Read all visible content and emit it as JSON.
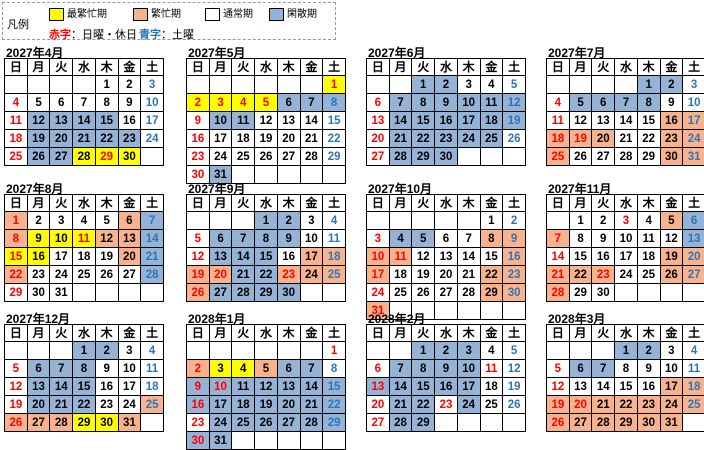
{
  "legend": {
    "title": "凡例",
    "items": [
      {
        "label": "最繁忙期",
        "color": "#ffff00"
      },
      {
        "label": "繁忙期",
        "color": "#f8b38e"
      },
      {
        "label": "通常期",
        "color": "#ffffff"
      },
      {
        "label": "閑散期",
        "color": "#95b3d7"
      }
    ],
    "note_red": "赤字",
    "note_red_text": "：日曜・休日",
    "note_blue": "青字",
    "note_blue_text": "：土曜"
  },
  "weekdays": [
    "日",
    "月",
    "火",
    "水",
    "木",
    "金",
    "土"
  ],
  "colors": {
    "peak": "#ffff00",
    "busy": "#f8b38e",
    "normal": "#ffffff",
    "off": "#95b3d7",
    "red": "#ff0000",
    "blue": "#2e75b6",
    "black": "#000000"
  },
  "calendars": [
    {
      "title": "2027年4月",
      "start": 4,
      "days": 30,
      "holidays": [
        4,
        11,
        18,
        25,
        29
      ],
      "off": [
        12,
        13,
        14,
        15,
        19,
        20,
        21,
        22,
        23,
        26,
        27
      ],
      "busy": [],
      "peak": [
        28,
        29,
        30
      ]
    },
    {
      "title": "2027年5月",
      "start": 6,
      "days": 31,
      "holidays": [
        1,
        2,
        3,
        4,
        5,
        9,
        16,
        23,
        30
      ],
      "off": [
        6,
        7,
        8,
        10,
        11,
        31
      ],
      "busy": [],
      "peak": [
        1,
        2,
        3,
        4,
        5
      ]
    },
    {
      "title": "2027年6月",
      "start": 2,
      "days": 30,
      "holidays": [
        6,
        13,
        20,
        27
      ],
      "off": [
        1,
        2,
        7,
        8,
        9,
        10,
        11,
        12,
        14,
        15,
        16,
        17,
        18,
        19,
        21,
        22,
        23,
        24,
        25,
        28,
        29,
        30
      ],
      "busy": [],
      "peak": []
    },
    {
      "title": "2027年7月",
      "start": 4,
      "days": 31,
      "holidays": [
        4,
        11,
        18,
        19,
        25
      ],
      "off": [
        1,
        2,
        5,
        6,
        7,
        8
      ],
      "busy": [
        16,
        17,
        18,
        19,
        20,
        23,
        24,
        25,
        30,
        31
      ],
      "peak": []
    },
    {
      "title": "2027年8月",
      "start": 0,
      "days": 31,
      "holidays": [
        1,
        8,
        11,
        15,
        22,
        29
      ],
      "off": [
        7,
        14,
        21,
        28
      ],
      "busy": [
        1,
        6,
        8,
        12,
        13,
        20,
        22
      ],
      "peak": [
        9,
        10,
        11,
        15,
        16
      ],
      "shift": true
    },
    {
      "title": "2027年9月",
      "start": 3,
      "days": 30,
      "holidays": [
        5,
        12,
        19,
        20,
        23,
        26
      ],
      "off": [
        1,
        2,
        6,
        7,
        8,
        9,
        13,
        14,
        15,
        21,
        22,
        27,
        28,
        29,
        30
      ],
      "busy": [
        17,
        18,
        19,
        20,
        23,
        24,
        25,
        26
      ],
      "peak": []
    },
    {
      "title": "2027年10月",
      "start": 5,
      "days": 31,
      "holidays": [
        3,
        10,
        11,
        17,
        24,
        31
      ],
      "off": [
        4,
        5
      ],
      "busy": [
        8,
        9,
        10,
        11,
        16,
        17,
        22,
        23,
        29,
        30,
        31
      ],
      "peak": []
    },
    {
      "title": "2027年11月",
      "start": 1,
      "days": 30,
      "holidays": [
        3,
        7,
        14,
        21,
        23,
        28
      ],
      "off": [
        6,
        13
      ],
      "busy": [
        5,
        7,
        19,
        20,
        21,
        22,
        23,
        26,
        27,
        28
      ],
      "peak": []
    },
    {
      "title": "2027年12月",
      "start": 3,
      "days": 31,
      "holidays": [
        5,
        12,
        19,
        26
      ],
      "off": [
        1,
        2,
        6,
        7,
        8,
        13,
        14,
        15,
        20,
        21,
        22
      ],
      "busy": [
        25,
        26,
        27,
        28,
        31
      ],
      "peak": [
        29,
        30
      ]
    },
    {
      "title": "2028年1月",
      "start": 6,
      "days": 31,
      "holidays": [
        1,
        2,
        9,
        10,
        16,
        23,
        30
      ],
      "off": [
        6,
        7,
        9,
        10,
        11,
        12,
        13,
        14,
        15,
        16,
        17,
        18,
        19,
        20,
        21,
        22,
        24,
        25,
        26,
        27,
        28,
        29,
        30,
        31
      ],
      "busy": [
        2,
        5
      ],
      "peak": [
        3,
        4
      ]
    },
    {
      "title": "2028年2月",
      "start": 2,
      "days": 29,
      "holidays": [
        6,
        11,
        13,
        20,
        23,
        27
      ],
      "off": [
        1,
        2,
        3,
        7,
        8,
        9,
        10,
        13,
        14,
        15,
        16,
        17,
        21,
        22,
        24,
        28,
        29
      ],
      "busy": [],
      "peak": []
    },
    {
      "title": "2028年3月",
      "start": 3,
      "days": 31,
      "holidays": [
        5,
        12,
        19,
        20,
        26
      ],
      "off": [
        1,
        2,
        6,
        7
      ],
      "busy": [
        17,
        18,
        19,
        20,
        21,
        22,
        23,
        24,
        25,
        26,
        27,
        28,
        29,
        30,
        31
      ],
      "peak": []
    }
  ]
}
